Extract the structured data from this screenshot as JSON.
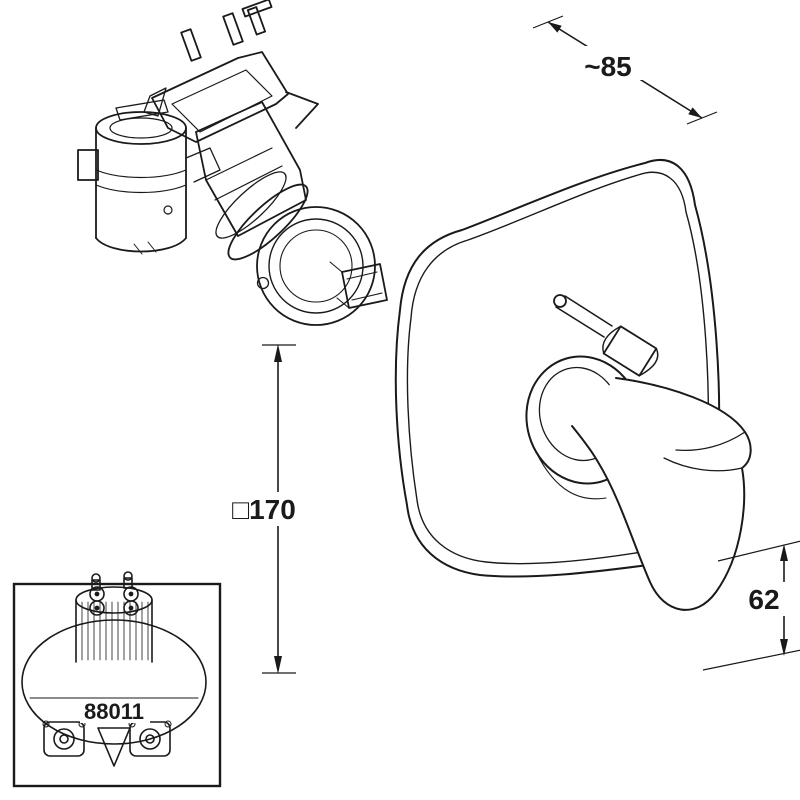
{
  "dimensions": {
    "plate_depth": "~85",
    "plate_square": "□170",
    "handle_height": "62"
  },
  "inset": {
    "part_number": "88011"
  },
  "colors": {
    "line": "#1a1a1a",
    "background": "#ffffff"
  }
}
